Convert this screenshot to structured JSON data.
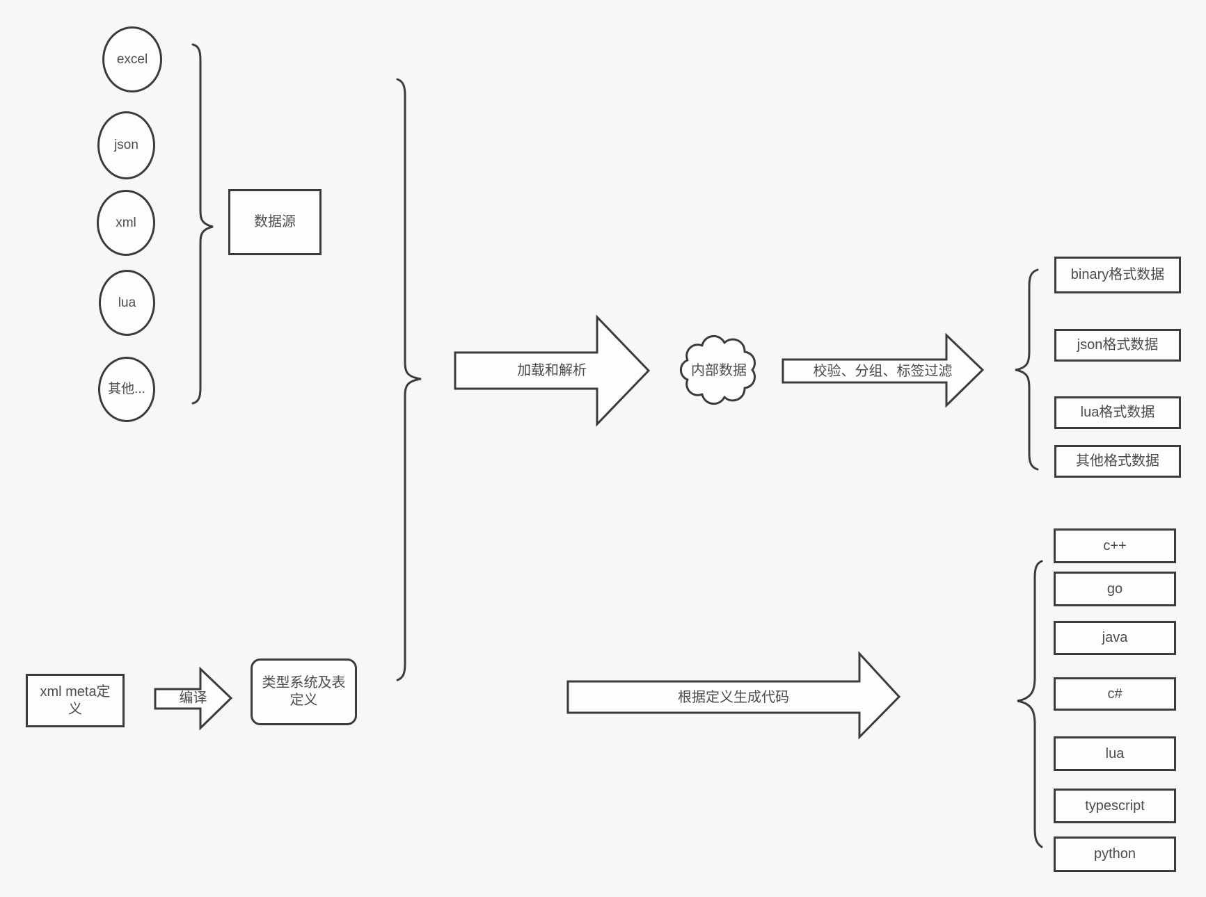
{
  "palette": {
    "background": "#f7f7f7",
    "stroke": "#3b3b3b",
    "text": "#4b4b4b",
    "shape_fill": "#fdfdfd"
  },
  "sources": {
    "group_label": "数据源",
    "items": [
      {
        "label": "excel"
      },
      {
        "label": "json"
      },
      {
        "label": "xml"
      },
      {
        "label": "lua"
      },
      {
        "label": "其他..."
      }
    ]
  },
  "pipeline": {
    "load_arrow_label": "加载和解析",
    "internal_data_label": "内部数据",
    "filter_arrow_label": "校验、分组、标签过滤"
  },
  "outputs": {
    "items": [
      {
        "label": "binary格式数据"
      },
      {
        "label": "json格式数据"
      },
      {
        "label": "lua格式数据"
      },
      {
        "label": "其他格式数据"
      }
    ]
  },
  "meta": {
    "xml_meta_label": "xml meta定义",
    "compile_arrow_label": "编译",
    "type_system_label": "类型系统及表定义",
    "codegen_arrow_label": "根据定义生成代码"
  },
  "languages": {
    "items": [
      {
        "label": "c++"
      },
      {
        "label": "go"
      },
      {
        "label": "java"
      },
      {
        "label": "c#"
      },
      {
        "label": "lua"
      },
      {
        "label": "typescript"
      },
      {
        "label": "python"
      }
    ]
  }
}
